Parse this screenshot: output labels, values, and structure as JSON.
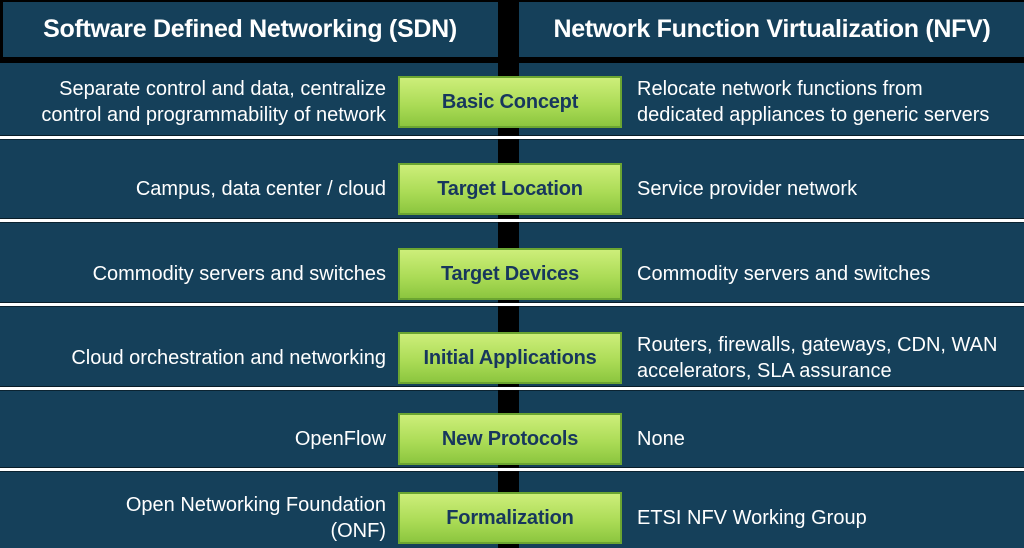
{
  "header": {
    "left": "Software Defined Networking (SDN)",
    "right": "Network Function Virtualization (NFV)"
  },
  "colors": {
    "background": "#15405A",
    "divider_black": "#000000",
    "divider_white": "#FFFFFF",
    "box_green_top": "#CDEE7A",
    "box_green_bottom": "#8CC63F",
    "box_border": "#6BA531",
    "box_text": "#17375D",
    "body_text": "#FFFFFF"
  },
  "rows": [
    {
      "category": "Basic Concept",
      "sdn": "Separate control and data, centralize\ncontrol and programmability of network",
      "nfv": "Relocate network functions from\ndedicated appliances to generic servers"
    },
    {
      "category": "Target Location",
      "sdn": "Campus, data center / cloud",
      "nfv": "Service provider network"
    },
    {
      "category": "Target Devices",
      "sdn": "Commodity servers and switches",
      "nfv": "Commodity servers and switches"
    },
    {
      "category": "Initial Applications",
      "sdn": "Cloud orchestration and networking",
      "nfv": "Routers, firewalls, gateways, CDN, WAN\naccelerators, SLA assurance"
    },
    {
      "category": "New Protocols",
      "sdn": "OpenFlow",
      "nfv": "None"
    },
    {
      "category": "Formalization",
      "sdn": "Open Networking Foundation\n(ONF)",
      "nfv": "ETSI NFV Working Group"
    }
  ]
}
